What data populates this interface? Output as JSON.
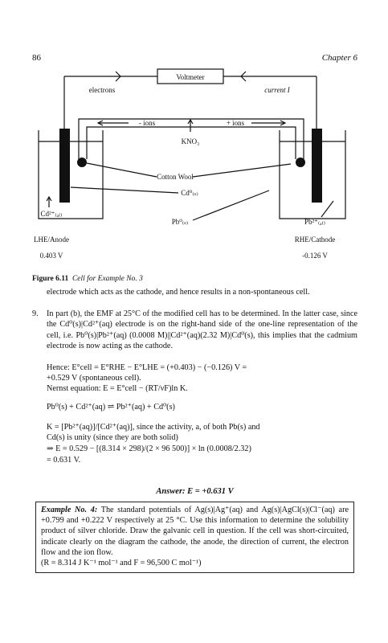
{
  "header": {
    "page_number": "86",
    "chapter": "Chapter 6"
  },
  "figure": {
    "voltmeter": "Voltmeter",
    "electrons": "electrons",
    "current": "current I",
    "neg_ions": "- ions",
    "pos_ions": "+ ions",
    "salt": "KNO₃",
    "cotton": "Cotton Wool",
    "cd_metal": "Cd⁰₍ₛ₎",
    "cd_ion": "Cd²⁺₍ₐ₍₎",
    "pb_metal": "Pb⁰₍ₛ₎",
    "pb_ion": "Pb²⁺₍ₐ₍₎",
    "lhe": "LHE/Anode",
    "rhe": "RHE/Cathode",
    "lhe_v": "0.403 V",
    "rhe_v": "-0.126 V"
  },
  "caption": {
    "label": "Figure 6.11",
    "title": "Cell for Example No. 3"
  },
  "para1": "electrode which acts as the cathode, and hence results in a non-spontaneous cell.",
  "item9": {
    "number": "9.",
    "text": "In part (b), the EMF at 25°C of the modified cell has to be determined. In the latter case, since the Cd⁰(s)|Cd²⁺(aq) electrode is on the right-hand side of the one-line representation of the cell, i.e. Pb⁰(s)|Pb²⁺(aq) (0.0008 M)||Cd²⁺(aq)(2.32 M)|Cd⁰(s), this implies that the cadmium electrode is now acting as the cathode."
  },
  "lines": [
    "Hence: E°cell = E°RHE − E°LHE = (+0.403) − (−0.126) V =",
    "+0.529 V (spontaneous cell).",
    "Nernst equation: E = E°cell − (RT/νF)ln K.",
    "Pb⁰(s) + Cd²⁺(aq) ⇌ Pb²⁺(aq) + Cd⁰(s)",
    "K = [Pb²⁺(aq)]/[Cd²⁺(aq)], since the activity, a, of both Pb(s) and",
    "Cd(s) is unity (since they are both solid)",
    "⇒ E = 0.529 − [(8.314 × 298)/(2 × 96 500)] × ln (0.0008/2.32)",
    "= 0.631 V."
  ],
  "answer": "Answer: E = +0.631 V",
  "example": {
    "label": "Example No. 4:",
    "text": "The standard potentials of Ag(s)|Ag⁺(aq) and Ag(s)|AgCl(s)|Cl⁻(aq) are +0.799 and +0.222 V respectively at 25 °C. Use this information to determine the solubility product of silver chloride. Draw the galvanic cell in question. If the cell was short-circuited, indicate clearly on the diagram the cathode, the anode, the direction of current, the electron flow and the ion flow.",
    "constants": "(R = 8.314 J K⁻¹ mol⁻¹ and F = 96,500 C mol⁻¹)"
  }
}
